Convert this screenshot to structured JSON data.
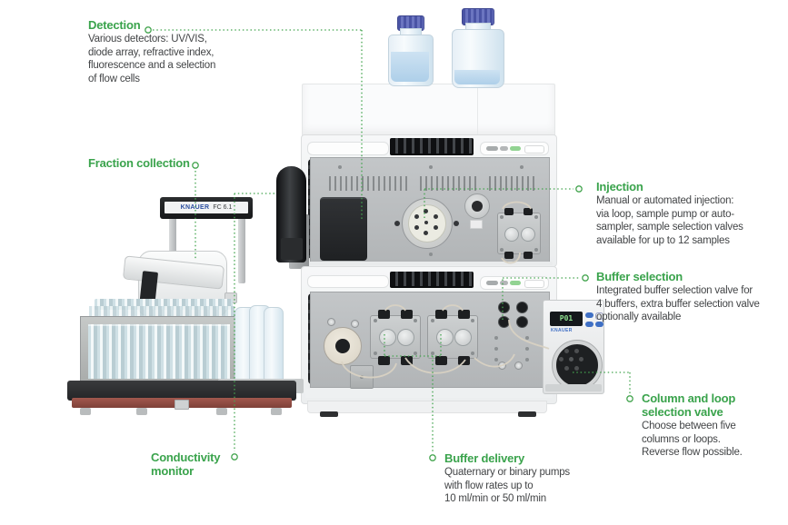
{
  "accent_color": "#3aa34c",
  "callouts": {
    "detection": {
      "title": "Detection",
      "body": "Various detectors: UV/VIS,\ndiode array, refractive index,\nfluorescence and a selection\nof flow cells"
    },
    "fraction_collection": {
      "title": "Fraction collection"
    },
    "injection": {
      "title": "Injection",
      "body": "Manual or automated injection:\nvia loop, sample pump or auto-\nsampler, sample selection valves\navailable for up to 12 samples"
    },
    "buffer_selection": {
      "title": "Buffer selection",
      "body": "Integrated buffer selection valve for\n4 buffers, extra buffer selection valve\noptionally available"
    },
    "column_loop": {
      "title": "Column and loop\nselection valve",
      "body": "Choose between five\ncolumns or loops.\nReverse flow possible."
    },
    "conductivity": {
      "title": "Conductivity\nmonitor"
    },
    "buffer_delivery": {
      "title": "Buffer delivery",
      "body": "Quaternary or binary pumps\nwith flow rates up to\n10 ml/min or 50 ml/min"
    }
  },
  "devices": {
    "fraction_collector_brand": "KNAUER",
    "fraction_collector_model": "FC 6.1",
    "valve_module_display": "P01",
    "valve_module_brand": "KNAUER"
  }
}
